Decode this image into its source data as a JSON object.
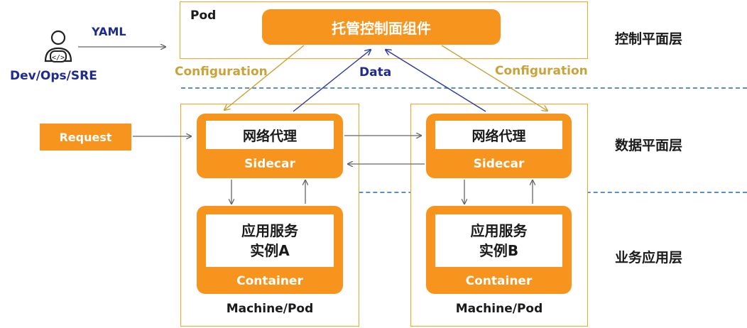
{
  "colors": {
    "accent": "#f7941d",
    "outline": "#f5a623",
    "config_line": "#c8a23a",
    "data_line": "#2b3aa8",
    "divider": "#5b8fc7"
  },
  "actor": {
    "icon": "developer-person-icon",
    "label": "Dev/Ops/SRE",
    "yaml_label": "YAML"
  },
  "control_plane": {
    "pod_label": "Pod",
    "component_label": "托管控制面组件",
    "config_label_left": "Configuration",
    "config_label_right": "Configuration",
    "data_label": "Data"
  },
  "request_label": "Request",
  "machines": [
    {
      "proxy_label": "网络代理",
      "sidecar_label": "Sidecar",
      "service_line1": "应用服务",
      "service_line2": "实例A",
      "container_label": "Container",
      "machine_label": "Machine/Pod"
    },
    {
      "proxy_label": "网络代理",
      "sidecar_label": "Sidecar",
      "service_line1": "应用服务",
      "service_line2": "实例B",
      "container_label": "Container",
      "machine_label": "Machine/Pod"
    }
  ],
  "layers": {
    "control": "控制平面层",
    "data": "数据平面层",
    "business": "业务应用层"
  }
}
